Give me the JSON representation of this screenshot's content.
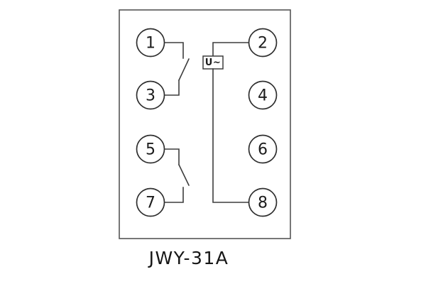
{
  "diagram": {
    "model_label": "JWY-31A",
    "voltage_element_label": "U~",
    "terminal_labels": [
      "1",
      "2",
      "3",
      "4",
      "5",
      "6",
      "7",
      "8"
    ]
  }
}
